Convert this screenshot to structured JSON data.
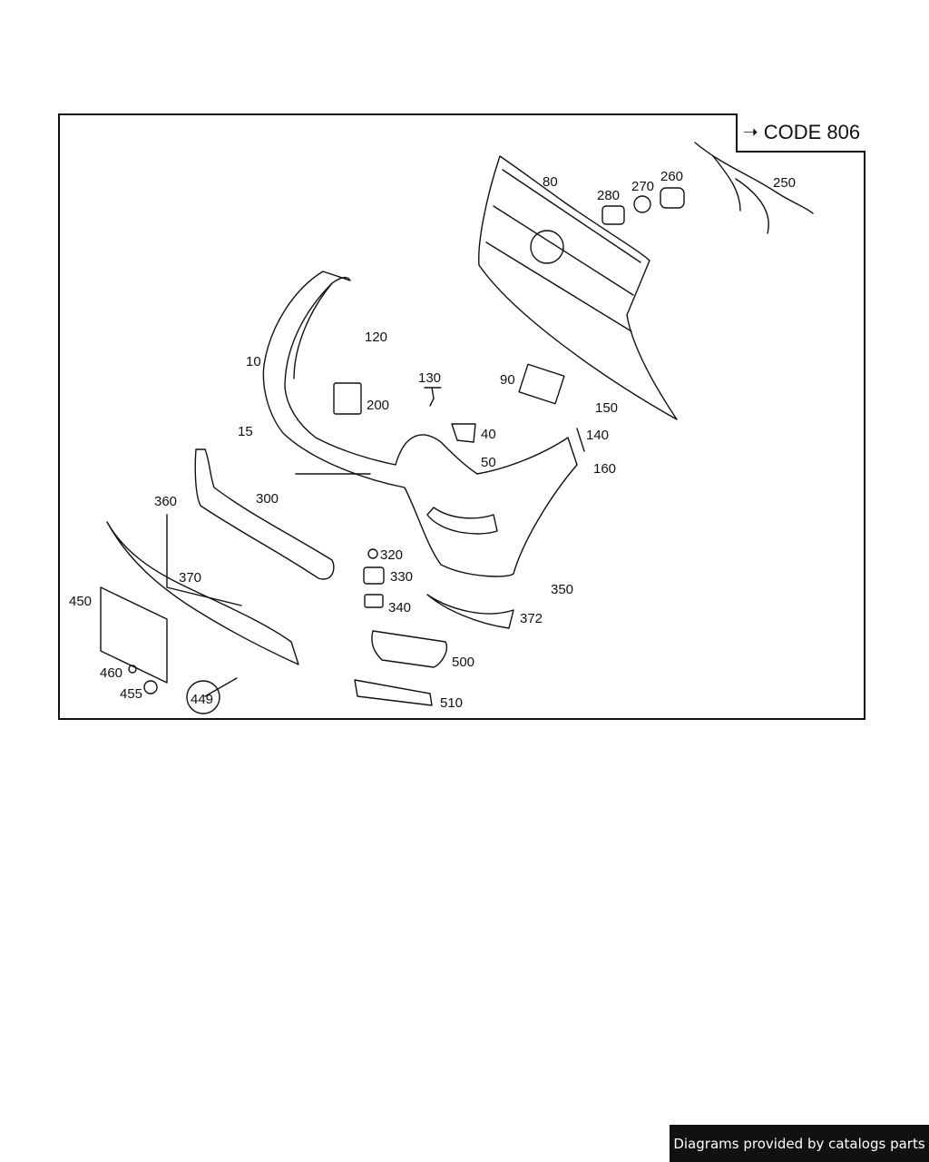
{
  "diagram": {
    "code_label": "CODE 806",
    "callouts": [
      {
        "id": "10",
        "text": "10"
      },
      {
        "id": "15",
        "text": "15"
      },
      {
        "id": "40",
        "text": "40"
      },
      {
        "id": "50",
        "text": "50"
      },
      {
        "id": "80",
        "text": "80"
      },
      {
        "id": "90",
        "text": "90"
      },
      {
        "id": "120",
        "text": "120"
      },
      {
        "id": "130",
        "text": "130"
      },
      {
        "id": "140",
        "text": "140"
      },
      {
        "id": "150",
        "text": "150"
      },
      {
        "id": "160",
        "text": "160"
      },
      {
        "id": "200",
        "text": "200"
      },
      {
        "id": "250",
        "text": "250"
      },
      {
        "id": "260",
        "text": "260"
      },
      {
        "id": "270",
        "text": "270"
      },
      {
        "id": "280",
        "text": "280"
      },
      {
        "id": "300",
        "text": "300"
      },
      {
        "id": "320",
        "text": "320"
      },
      {
        "id": "330",
        "text": "330"
      },
      {
        "id": "340",
        "text": "340"
      },
      {
        "id": "350",
        "text": "350"
      },
      {
        "id": "360",
        "text": "360"
      },
      {
        "id": "370",
        "text": "370"
      },
      {
        "id": "372",
        "text": "372"
      },
      {
        "id": "449",
        "text": "449"
      },
      {
        "id": "450",
        "text": "450"
      },
      {
        "id": "455",
        "text": "455"
      },
      {
        "id": "460",
        "text": "460"
      },
      {
        "id": "500",
        "text": "500"
      },
      {
        "id": "510",
        "text": "510"
      }
    ]
  },
  "footer": {
    "text": "Diagrams provided by catalogs parts"
  }
}
